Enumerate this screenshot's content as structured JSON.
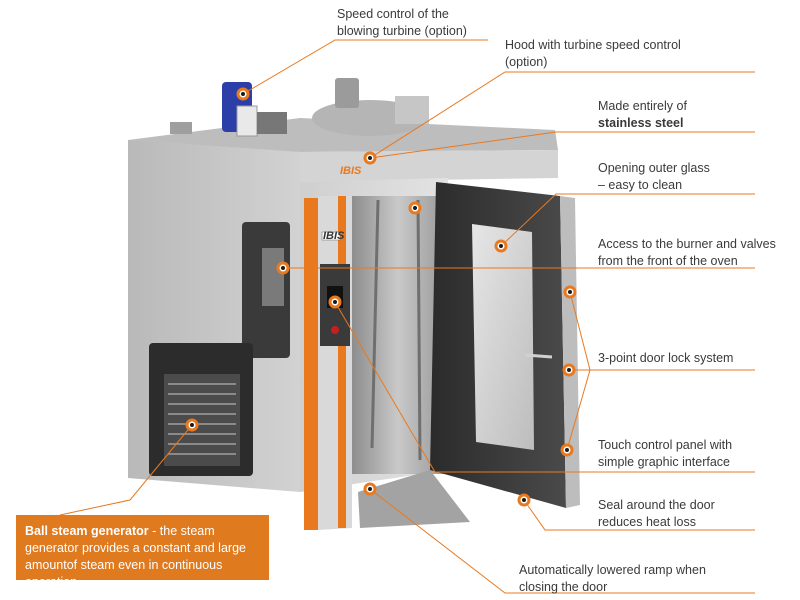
{
  "brand_text": "IBIS",
  "panel_tag": "IBIS",
  "accent_color": "#e8791f",
  "labels": [
    {
      "id": "speed-control",
      "lines": [
        "Speed control of the",
        "blowing turbine (option)"
      ]
    },
    {
      "id": "hood",
      "lines": [
        "Hood with turbine speed control",
        "(option)"
      ]
    },
    {
      "id": "stainless",
      "lines": [
        "Made entirely of"
      ],
      "strong": "stainless steel"
    },
    {
      "id": "glass",
      "lines": [
        "Opening outer glass",
        "– easy to clean"
      ]
    },
    {
      "id": "burner",
      "lines": [
        "Access to the burner and valves",
        "from the front of the oven"
      ]
    },
    {
      "id": "door-lock",
      "lines": [
        "3-point door lock system"
      ]
    },
    {
      "id": "touch-panel",
      "lines": [
        "Touch control panel with",
        "simple graphic interface"
      ]
    },
    {
      "id": "seal",
      "lines": [
        "Seal around the door",
        "reduces heat loss"
      ]
    },
    {
      "id": "ramp",
      "lines": [
        "Automatically lowered ramp when",
        "closing the door"
      ]
    }
  ],
  "callout": {
    "title": "Ball steam generator",
    "text": " - the steam generator provides a constant and large amountof steam even in continuous operation"
  }
}
